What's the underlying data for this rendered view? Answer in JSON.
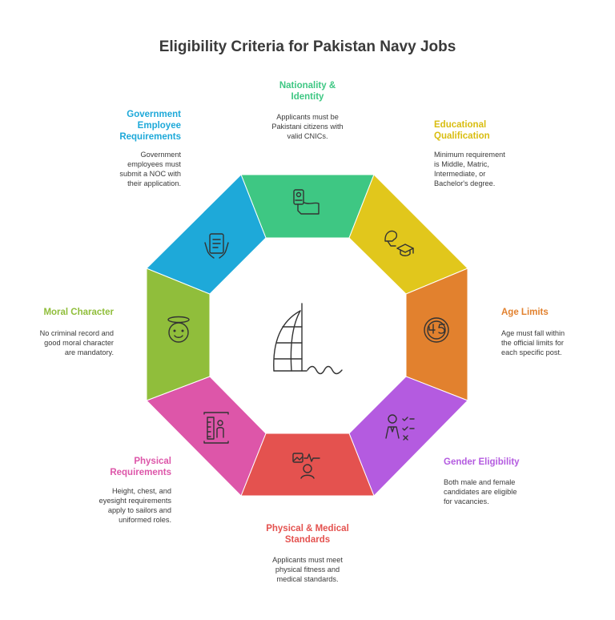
{
  "title": "Eligibility Criteria for Pakistan Navy Jobs",
  "colors": {
    "nationality": "#3ec783",
    "education": "#e1c71c",
    "age": "#e2812e",
    "gender": "#b45be0",
    "medical": "#e4524f",
    "physical": "#dd56a9",
    "moral": "#90be3b",
    "government": "#1ea9d9",
    "icon_stroke": "#333333"
  },
  "segments": [
    {
      "id": "nationality",
      "heading": "Nationality &\nIdentity",
      "text": "Applicants must be\nPakistani citizens with\nvalid CNICs.",
      "icon": "id-card-hand-icon"
    },
    {
      "id": "education",
      "heading": "Educational\nQualification",
      "text": "Minimum requirement\nis Middle, Matric,\nIntermediate, or\nBachelor's degree.",
      "icon": "graduate-icon"
    },
    {
      "id": "age",
      "heading": "Age Limits",
      "text": "Age must fall within\nthe official limits for\neach specific post.",
      "icon": "age-45-icon"
    },
    {
      "id": "gender",
      "heading": "Gender Eligibility",
      "text": "Both male and female\ncandidates are eligible\nfor vacancies.",
      "icon": "checklist-person-icon"
    },
    {
      "id": "medical",
      "heading": "Physical & Medical\nStandards",
      "text": "Applicants must meet\nphysical fitness and\nmedical standards.",
      "icon": "medical-scan-icon"
    },
    {
      "id": "physical",
      "heading": "Physical\nRequirements",
      "text": "Height, chest, and\neyesight requirements\napply to sailors and\nuniformed roles.",
      "icon": "height-measure-icon"
    },
    {
      "id": "moral",
      "heading": "Moral Character",
      "text": "No criminal record and\ngood moral character\nare mandatory.",
      "icon": "halo-face-icon"
    },
    {
      "id": "government",
      "heading": "Government\nEmployee\nRequirements",
      "text": "Government\nemployees must\nsubmit a NOC with\ntheir application.",
      "icon": "document-hands-icon"
    }
  ],
  "center_icon": "sail-building-waves-icon"
}
